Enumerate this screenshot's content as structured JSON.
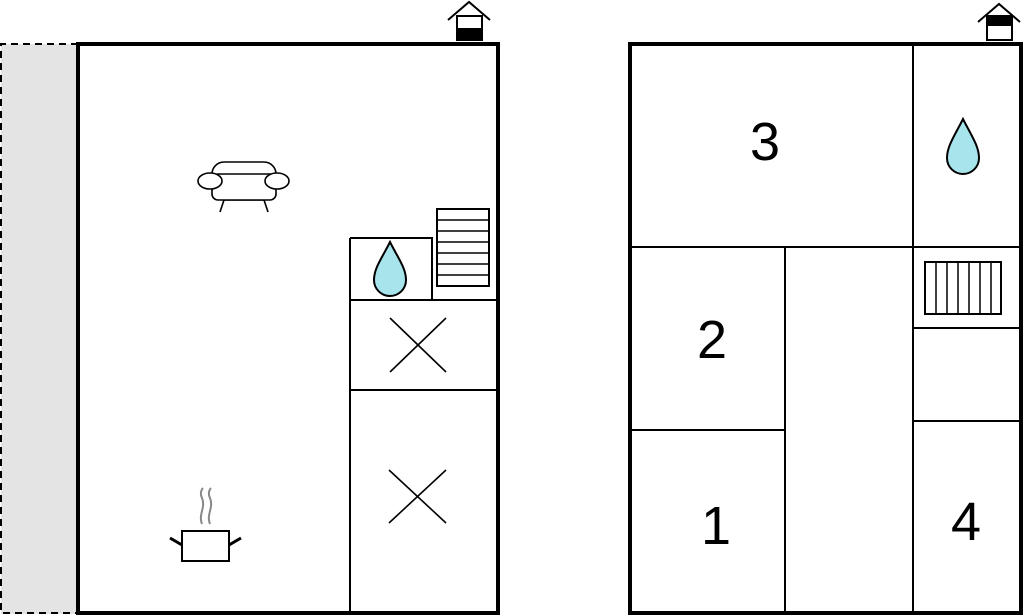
{
  "colors": {
    "water": "#a8e4ec",
    "terrace": "#e4e4e4",
    "wall": "#000000"
  },
  "ground_floor": {
    "icons": [
      "house-entrance-icon",
      "sofa-icon",
      "water-drop-icon",
      "stairs-icon",
      "cooking-pot-icon"
    ]
  },
  "upper_floor": {
    "rooms": [
      {
        "label": "3"
      },
      {
        "label": "2"
      },
      {
        "label": "1"
      },
      {
        "label": "4"
      }
    ],
    "icons": [
      "house-entrance-icon",
      "water-drop-icon",
      "stairs-icon"
    ]
  }
}
